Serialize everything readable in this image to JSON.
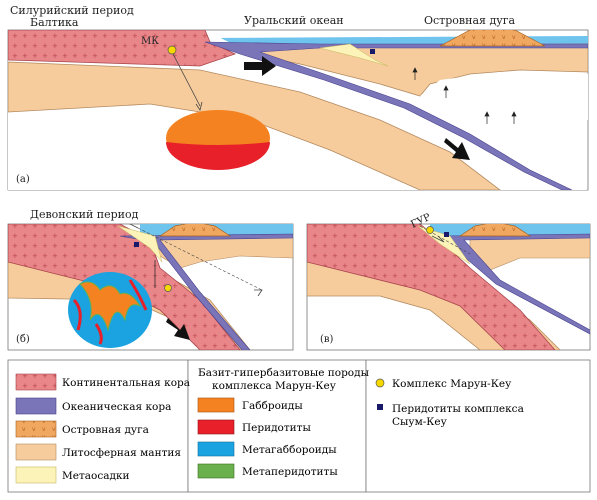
{
  "panel_a": {
    "title_line1": "Силурийский период",
    "title_line2": "Балтика",
    "ocean_label": "Уральский океан",
    "arc_label": "Островная дуга",
    "mk_label": "МК",
    "panel_letter": "(а)"
  },
  "panel_b": {
    "title": "Девонский период",
    "panel_letter": "(б)"
  },
  "panel_c": {
    "gur_label": "ГУР",
    "panel_letter": "(в)"
  },
  "legend": {
    "left_items": [
      {
        "label": "Континентальная кора",
        "color": "#e8868a"
      },
      {
        "label": "Океаническая кора",
        "color": "#7a74b8"
      },
      {
        "label": "Островная дуга",
        "color": "#f0a860"
      },
      {
        "label": "Литосферная мантия",
        "color": "#f6cc9c"
      },
      {
        "label": "Метаосадки",
        "color": "#fbf3b8"
      }
    ],
    "middle_title_line1": "Базит-гипербазитовые породы",
    "middle_title_line2": "комплекса Марун-Кеу",
    "middle_items": [
      {
        "label": "Габброиды",
        "color": "#f58220"
      },
      {
        "label": "Перидотиты",
        "color": "#e8202a"
      },
      {
        "label": "Метагаббороиды",
        "color": "#1aa3e0"
      },
      {
        "label": "Метаперидотиты",
        "color": "#6ab04c"
      }
    ],
    "right_items": [
      {
        "label_line1": "Комплекс Марун-Кеу",
        "label_line2": "",
        "symbol": "circle",
        "color": "#f5d800"
      },
      {
        "label_line1": "Перидотиты комплекса",
        "label_line2": "Сыум-Кеу",
        "symbol": "square",
        "color": "#1a1a6a"
      }
    ]
  }
}
